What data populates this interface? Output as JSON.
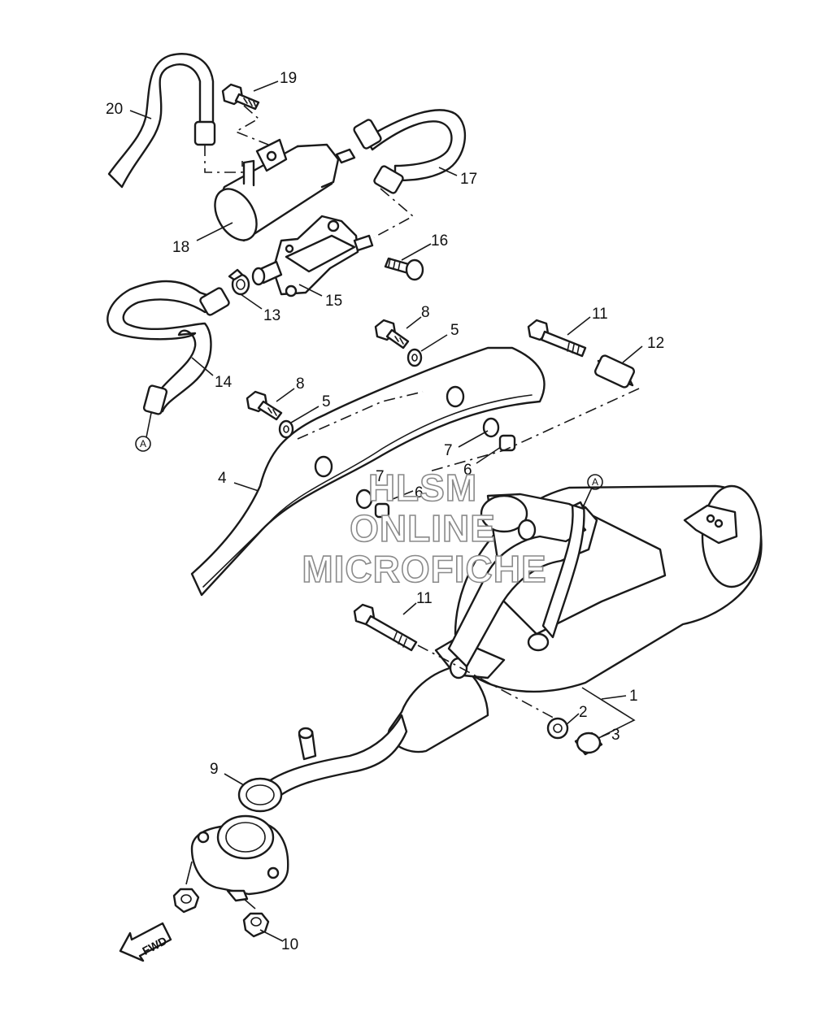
{
  "diagram": {
    "callouts": [
      {
        "id": "c1",
        "text": "1"
      },
      {
        "id": "c2",
        "text": "2"
      },
      {
        "id": "c3",
        "text": "3"
      },
      {
        "id": "c4",
        "text": "4"
      },
      {
        "id": "c5a",
        "text": "5"
      },
      {
        "id": "c5b",
        "text": "5"
      },
      {
        "id": "c6a",
        "text": "6"
      },
      {
        "id": "c6b",
        "text": "6"
      },
      {
        "id": "c7a",
        "text": "7"
      },
      {
        "id": "c7b",
        "text": "7"
      },
      {
        "id": "c8a",
        "text": "8"
      },
      {
        "id": "c8b",
        "text": "8"
      },
      {
        "id": "c9",
        "text": "9"
      },
      {
        "id": "c10",
        "text": "10"
      },
      {
        "id": "c11a",
        "text": "11"
      },
      {
        "id": "c11b",
        "text": "11"
      },
      {
        "id": "c12",
        "text": "12"
      },
      {
        "id": "c13",
        "text": "13"
      },
      {
        "id": "c14",
        "text": "14"
      },
      {
        "id": "c15",
        "text": "15"
      },
      {
        "id": "c16",
        "text": "16"
      },
      {
        "id": "c17",
        "text": "17"
      },
      {
        "id": "c18",
        "text": "18"
      },
      {
        "id": "c19",
        "text": "19"
      },
      {
        "id": "c20",
        "text": "20"
      }
    ],
    "reference_marks": [
      "A",
      "A"
    ],
    "direction_arrow": "FWD",
    "watermark": [
      "HLSM",
      "ONLINE",
      "MICROFICHE"
    ],
    "colors": {
      "line": "#1a1a1a",
      "watermark_outline": "#8a8a8a",
      "background": "#ffffff"
    }
  }
}
